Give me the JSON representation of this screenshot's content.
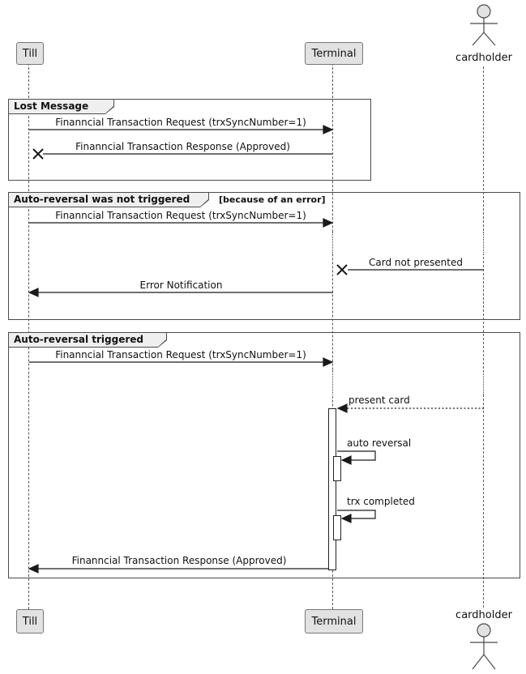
{
  "participants": {
    "till": {
      "label": "Till"
    },
    "terminal": {
      "label": "Terminal"
    },
    "cardholder": {
      "label": "cardholder"
    }
  },
  "frames": [
    {
      "title": "Lost Message",
      "guard": "",
      "messages": [
        {
          "text": "Finanncial Transaction Request (trxSyncNumber=1)",
          "from": "Till",
          "to": "Terminal",
          "kind": "solid-arrow"
        },
        {
          "text": "Finanncial Transaction Response (Approved)",
          "from": "Terminal",
          "to": "Till",
          "kind": "lost-message-x"
        }
      ]
    },
    {
      "title": "Auto-reversal was not triggered",
      "guard": "[because of an error]",
      "messages": [
        {
          "text": "Finanncial Transaction Request (trxSyncNumber=1)",
          "from": "Till",
          "to": "Terminal",
          "kind": "solid-arrow"
        },
        {
          "text": "Card not presented",
          "from": "cardholder",
          "to": "Terminal",
          "kind": "lost-message-x"
        },
        {
          "text": "Error Notification",
          "from": "Terminal",
          "to": "Till",
          "kind": "solid-arrow"
        }
      ]
    },
    {
      "title": "Auto-reversal triggered",
      "guard": "",
      "messages": [
        {
          "text": "Finanncial Transaction Request (trxSyncNumber=1)",
          "from": "Till",
          "to": "Terminal",
          "kind": "solid-arrow"
        },
        {
          "text": "present card",
          "from": "cardholder",
          "to": "Terminal",
          "kind": "dotted-arrow"
        },
        {
          "text": "auto reversal",
          "from": "Terminal",
          "to": "Terminal",
          "kind": "self-call"
        },
        {
          "text": "trx completed",
          "from": "Terminal",
          "to": "Terminal",
          "kind": "self-call"
        },
        {
          "text": "Finanncial Transaction Response (Approved)",
          "from": "Terminal",
          "to": "Till",
          "kind": "solid-arrow"
        }
      ]
    }
  ],
  "colors": {
    "participant_fill": "#e2e2e2",
    "participant_border": "#777777",
    "frame_border": "#4b4b4b",
    "tab_fill": "#efefef",
    "line": "#1a1a1a",
    "lifeline": "#5a5a5a"
  }
}
